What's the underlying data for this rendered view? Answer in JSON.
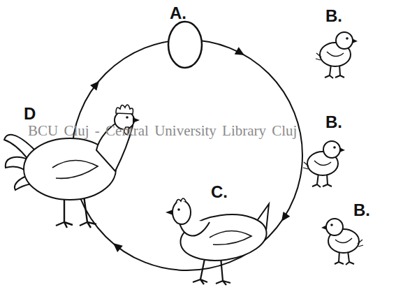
{
  "diagram": {
    "labels": [
      "A.",
      "B.",
      "B.",
      "B.",
      "C.",
      "D",
      "BCU Cluj - Central University Library Cluj"
    ]
  }
}
